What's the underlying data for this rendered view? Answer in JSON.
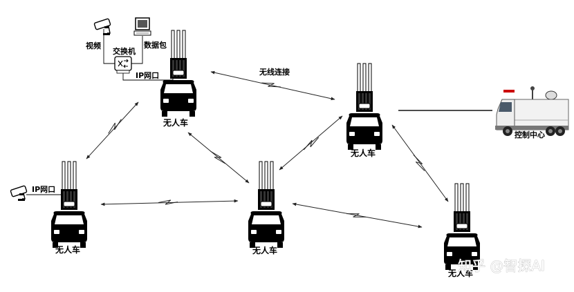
{
  "nodes": [
    {
      "id": "v1",
      "label": "无人车"
    },
    {
      "id": "v2",
      "label": "无人车"
    },
    {
      "id": "v3",
      "label": "无人车"
    },
    {
      "id": "v4",
      "label": "无人车"
    },
    {
      "id": "v5",
      "label": "无人车"
    }
  ],
  "labels": {
    "camera_top": "视频",
    "computer": "数据包",
    "switch": "交换机",
    "ip_top": "IP网口",
    "ip_left": "IP网口",
    "wireless": "无线连接",
    "control_center": "控制中心"
  },
  "watermark": "知乎 @智探AI",
  "colors": {
    "vehicle": "#000000",
    "background": "#ffffff",
    "truck_body": "#f2f2f2",
    "watermark_stroke": "#b9b9b9"
  },
  "icons": [
    "camera-icon",
    "computer-icon",
    "switch-icon",
    "antenna-icon",
    "vehicle-icon",
    "truck-icon",
    "lightning-link-icon"
  ]
}
